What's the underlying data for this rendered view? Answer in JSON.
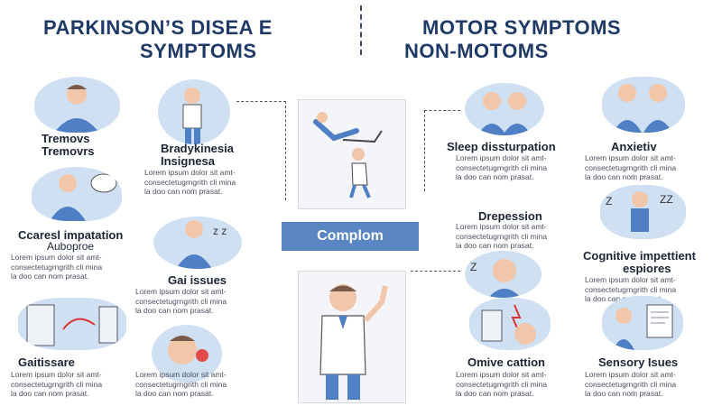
{
  "header": {
    "left_title_line1": "PARKINSON’S DISEA E",
    "left_title_line2": "SYMPTOMS",
    "right_title_line1": "MOTOR SYMPTOMS",
    "right_title_line2": "NON-MOTOMS"
  },
  "center": {
    "label": "Complom"
  },
  "lorem": [
    "Lorem ipsum dolor sit amt-",
    "consectetugrngrith cli mina",
    "la doo can nom prasat."
  ],
  "items": {
    "tremors": {
      "line1": "Tremovs",
      "line2": "Tremovrs"
    },
    "bradykinesia": {
      "line1": "Bradykinesia",
      "line2": "Insignesa"
    },
    "postural": {
      "line1": "Ccaresl impatation",
      "line2": "Auboproe"
    },
    "gait": {
      "label": "Gai issues"
    },
    "gaitissare": {
      "label": "Gaitissare"
    },
    "sleep": {
      "label": "Sleep dissturpation"
    },
    "anxiety": {
      "label": "Anxietiv"
    },
    "depression": {
      "label": "Drepession"
    },
    "cognitive": {
      "line1": "Cognitive impettient",
      "line2": "espiores"
    },
    "omive": {
      "label": "Omive cattion"
    },
    "sensory": {
      "label": "Sensory Isues"
    }
  },
  "colors": {
    "accent": "#5b86c4",
    "circle": "#cfe0f3",
    "title": "#1f3a66",
    "shirt": "#4f7fc4"
  }
}
